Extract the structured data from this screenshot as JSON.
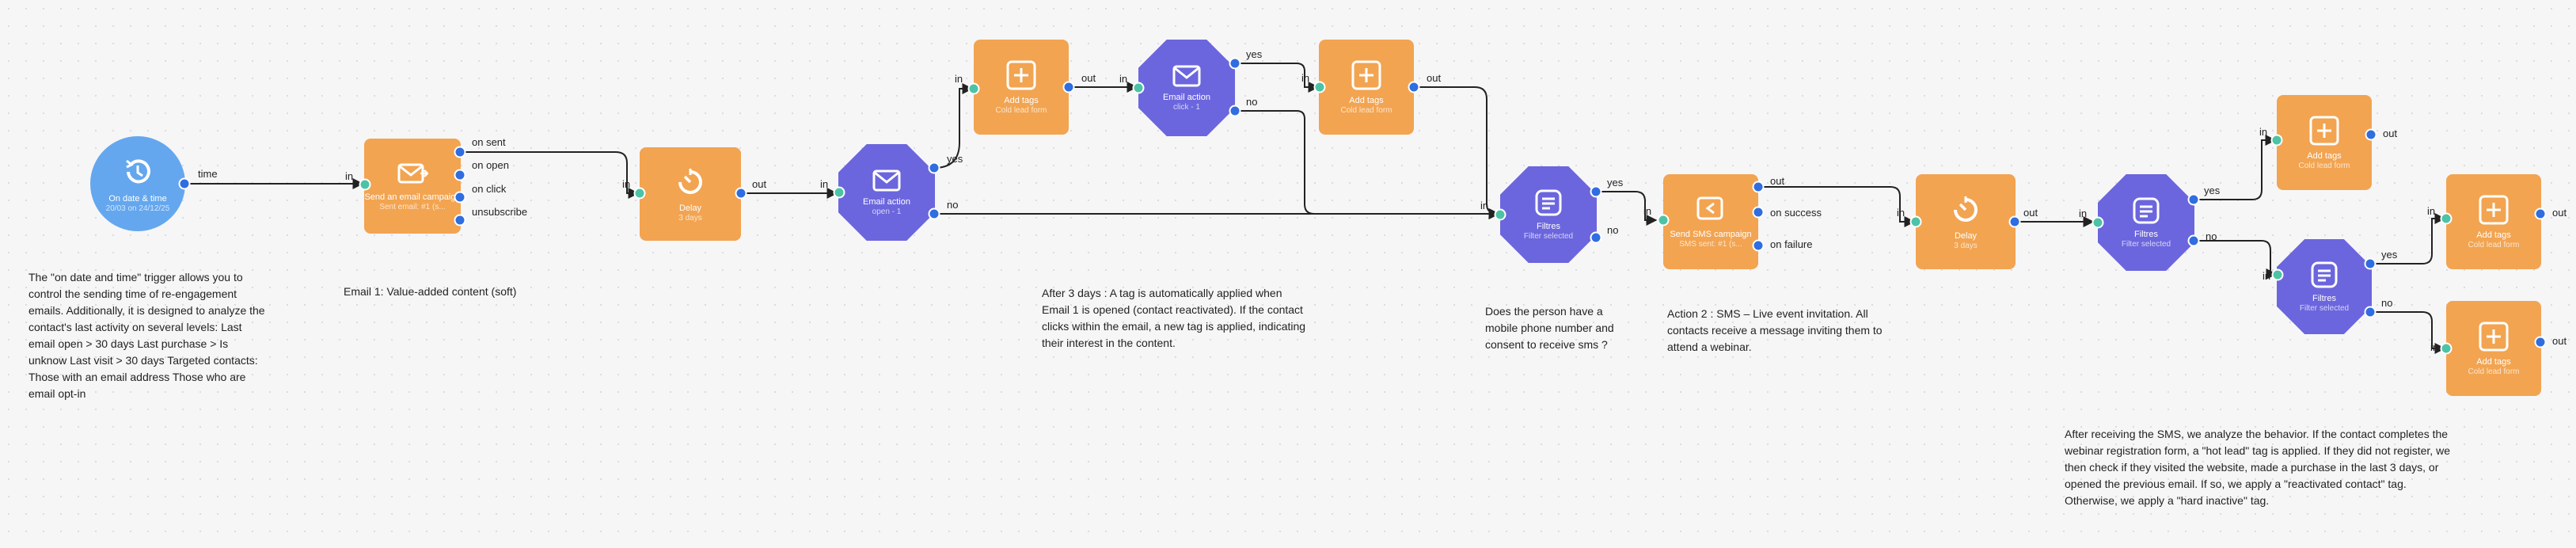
{
  "nodes": {
    "trigger": {
      "title": "On date & time",
      "sub": "20/03 on 24/12/25",
      "port_time": "time"
    },
    "send_email": {
      "title": "Send an email campaign",
      "sub": "Sent email: #1 (s...",
      "port_in": "in",
      "port_sent": "on sent",
      "port_open": "on open",
      "port_click": "on click",
      "port_unsub": "unsubscribe"
    },
    "delay1": {
      "title": "Delay",
      "sub": "3 days",
      "port_in": "in",
      "port_out": "out"
    },
    "email_action1": {
      "title": "Email action",
      "sub": "open - 1",
      "port_in": "in",
      "port_yes": "yes",
      "port_no": "no"
    },
    "add_tags1": {
      "title": "Add tags",
      "sub": "Cold lead form",
      "port_in": "in",
      "port_out": "out"
    },
    "email_action2": {
      "title": "Email action",
      "sub": "click - 1",
      "port_in": "in",
      "port_yes": "yes",
      "port_no": "no"
    },
    "add_tags2": {
      "title": "Add tags",
      "sub": "Cold lead form",
      "port_in": "in",
      "port_out": "out"
    },
    "filter1": {
      "title": "Filtres",
      "sub": "Filter selected",
      "port_in": "in",
      "port_yes": "yes",
      "port_no": "no"
    },
    "send_sms": {
      "title": "Send SMS campaign",
      "sub": "SMS sent: #1 (s...",
      "port_in": "in",
      "port_out": "out",
      "port_success": "on success",
      "port_failure": "on failure"
    },
    "delay2": {
      "title": "Delay",
      "sub": "3 days",
      "port_in": "in",
      "port_out": "out"
    },
    "filter2": {
      "title": "Filtres",
      "sub": "Filter selected",
      "port_in": "in",
      "port_yes": "yes",
      "port_no": "no"
    },
    "add_tags3": {
      "title": "Add tags",
      "sub": "Cold lead form",
      "port_in": "in",
      "port_out": "out"
    },
    "filter3": {
      "title": "Filtres",
      "sub": "Filter selected",
      "port_in": "in",
      "port_yes": "yes",
      "port_no": "no"
    },
    "add_tags4": {
      "title": "Add tags",
      "sub": "Cold lead form",
      "port_in": "in",
      "port_out": "out"
    },
    "add_tags5": {
      "title": "Add tags",
      "sub": "Cold lead form",
      "port_in": "in",
      "port_out": "out"
    }
  },
  "notes": {
    "trigger": "The \"on date and time\" trigger allows you to control the sending time of re-engagement emails. Additionally, it is designed to analyze the contact's last activity on several levels: Last email open > 30 days Last purchase > Is unknow Last visit > 30 days Targeted contacts: Those with an email address Those who are email opt-in",
    "email1": "Email 1: Value-added content (soft)",
    "after3days": "After 3 days : A tag is automatically applied when Email 1 is opened (contact reactivated). If the contact clicks within the email, a new tag is applied, indicating their interest in the content.",
    "phone": "Does the person have a mobile phone number and consent to receive sms ?",
    "action2": "Action 2 : SMS – Live event invitation. All contacts receive a message inviting them to attend a webinar.",
    "after_sms": "After receiving the SMS, we analyze the behavior. If the contact completes the webinar registration form, a \"hot lead\" tag is applied. If they did not register, we then check if they visited the website, made a purchase in the last 3 days, or opened the previous email. If so, we apply a \"reactivated contact\" tag. Otherwise, we apply a \"hard inactive\" tag."
  },
  "colors": {
    "orange": "#f2a451",
    "purple": "#6b66dd",
    "blue_circle": "#64a7ee",
    "port_in": "#4cc3a6",
    "port_out": "#2f6de0"
  }
}
